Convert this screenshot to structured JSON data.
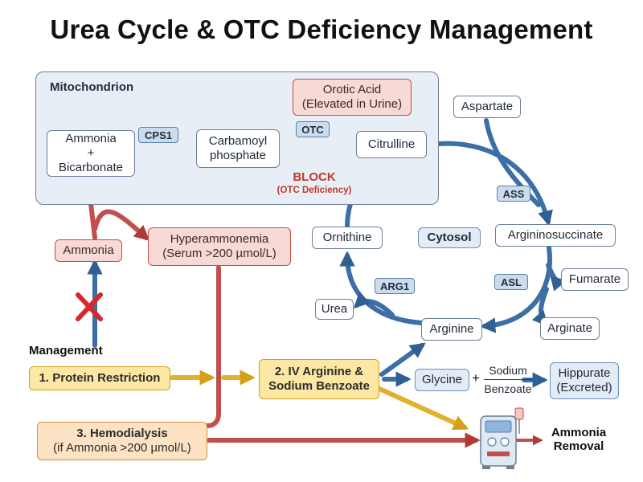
{
  "title": "Urea Cycle & OTC Deficiency Management",
  "mitochondrion_label": "Mitochondrion",
  "nodes": {
    "ammonia_bicarb": [
      "Ammonia",
      "+",
      "Bicarbonate"
    ],
    "carbamoyl": [
      "Carbamoyl",
      "phosphate"
    ],
    "orotic": [
      "Orotic Acid",
      "(Elevated in Urine)"
    ],
    "citrulline": "Citrulline",
    "aspartate": "Aspartate",
    "argininosuccinate": "Argininosuccinate",
    "fumarate": "Fumarate",
    "arginate": "Arginate",
    "arginine": "Arginine",
    "ornithine": "Ornithine",
    "urea": "Urea",
    "cytosol": "Cytosol",
    "ammonia": "Ammonia",
    "hyperammonemia": [
      "Hyperammonemia",
      "(Serum >200 µmol/L)"
    ],
    "glycine": "Glycine",
    "plus": "+",
    "sodium": "Sodium",
    "benzoate": "Benzoate",
    "hippurate": [
      "Hippurate",
      "(Excreted)"
    ],
    "ammonia_removal": [
      "Ammonia",
      "Removal"
    ]
  },
  "enzymes": {
    "cps1": "CPS1",
    "otc": "OTC",
    "ass": "ASS",
    "asl": "ASL",
    "arg1": "ARG1"
  },
  "block": {
    "label": "BLOCK",
    "sub": "(OTC Deficiency)"
  },
  "management": {
    "label": "Management",
    "protein": "1. Protein Restriction",
    "iv": [
      "2. IV Arginine &",
      "Sodium Benzoate"
    ],
    "hemo": [
      "3. Hemodialysis",
      "(if Ammonia >200 µmol/L)"
    ]
  },
  "colors": {
    "blue": "#3b6fa6",
    "red": "#c0504d",
    "yellow": "#e0b12a",
    "block": "#d62828"
  },
  "icons": [
    "x-mark-icon",
    "dialysis-machine-icon"
  ]
}
